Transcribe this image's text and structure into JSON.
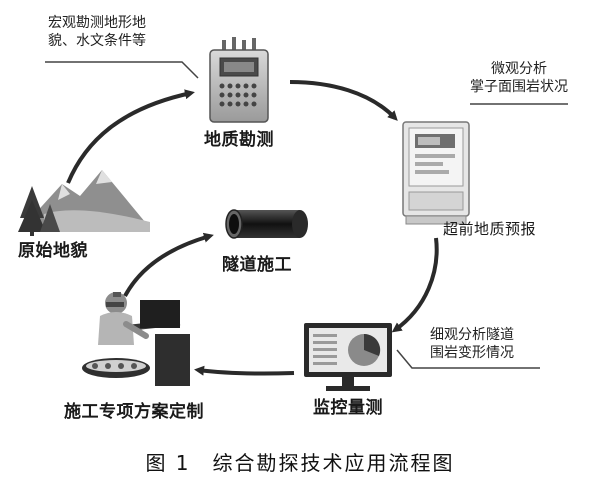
{
  "nodes": {
    "geological_survey": "地质勘测",
    "advance_forecast": "超前地质预报",
    "monitoring": "监控量测",
    "construction_plan": "施工专项方案定制",
    "original_terrain": "原始地貌",
    "tunnel_construction": "隧道施工"
  },
  "annotations": {
    "survey_note_line1": "宏观勘测地形地",
    "survey_note_line2": "貌、水文条件等",
    "forecast_note_line1": "微观分析",
    "forecast_note_line2": "掌子面围岩状况",
    "monitoring_note_line1": "细观分析隧道",
    "monitoring_note_line2": "围岩变形情况"
  },
  "caption": "图 1　综合勘探技术应用流程图"
}
